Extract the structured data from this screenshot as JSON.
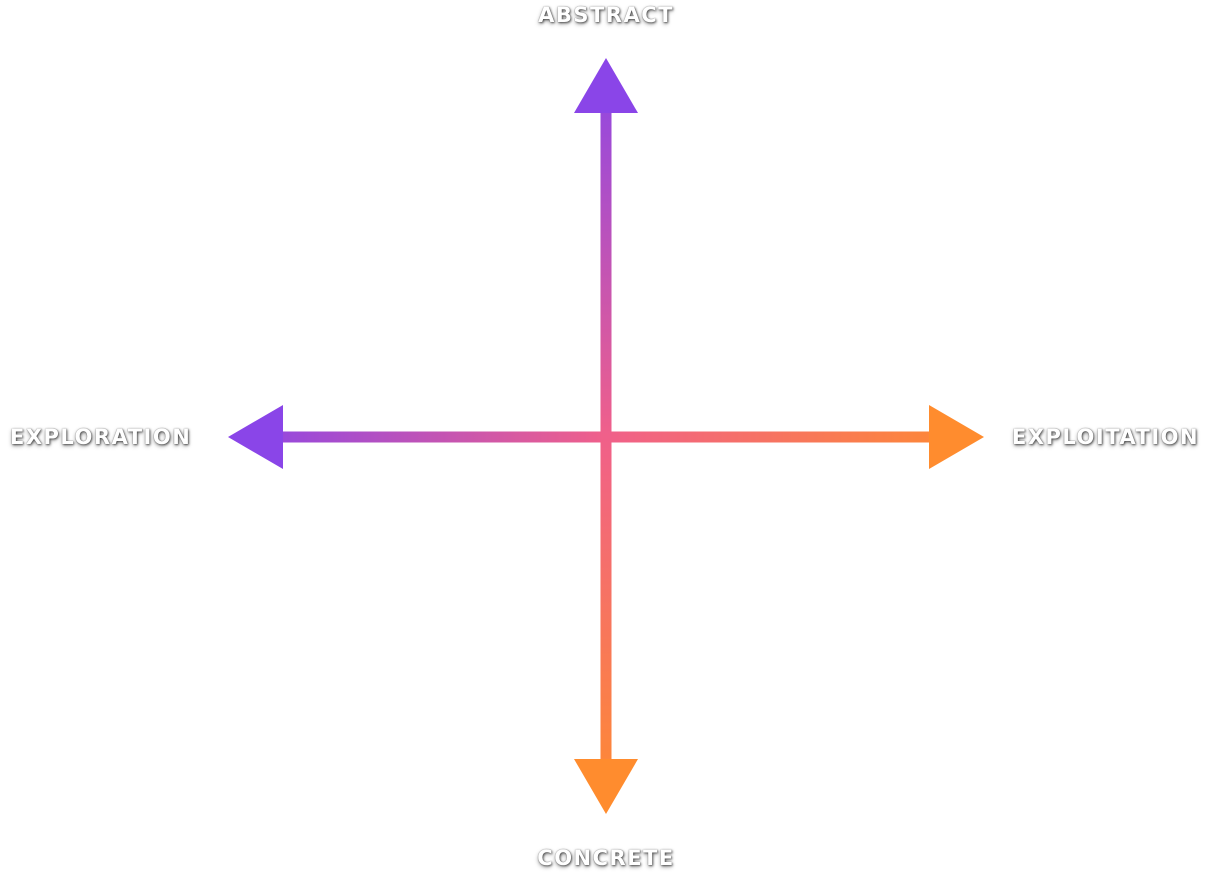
{
  "diagram": {
    "labels": {
      "top": "ABSTRACT",
      "bottom": "CONCRETE",
      "left": "EXPLORATION",
      "right": "EXPLOITATION"
    },
    "colors": {
      "start": "#8a45e8",
      "middle": "#f0608a",
      "end": "#ff8c2e"
    }
  }
}
